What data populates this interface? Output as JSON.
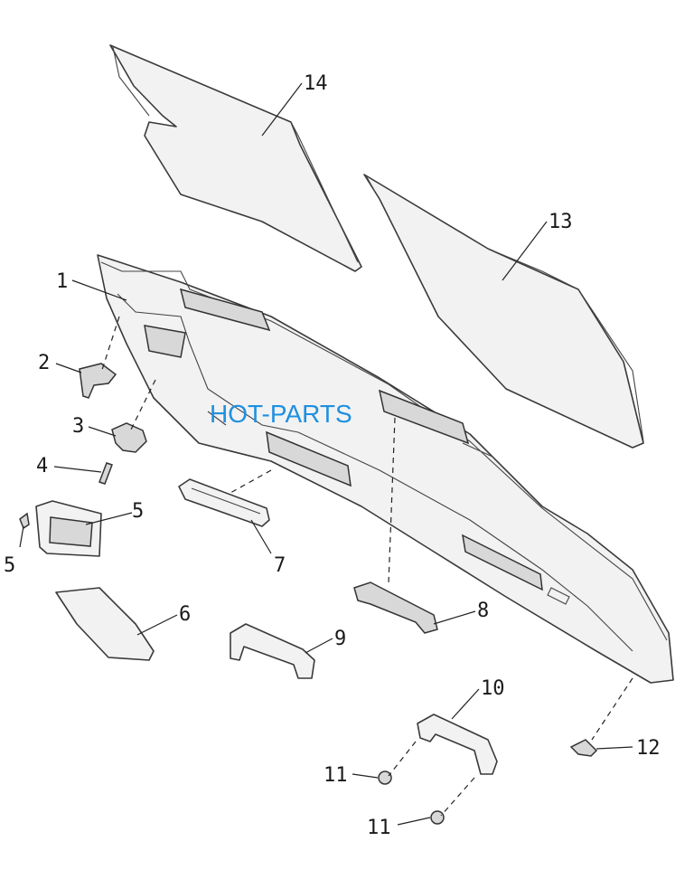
{
  "watermark": "HOT-PARTS",
  "callouts": {
    "c1": "1",
    "c2": "2",
    "c3": "3",
    "c4": "4",
    "c5a": "5",
    "c5b": "5",
    "c6": "6",
    "c7": "7",
    "c8": "8",
    "c9": "9",
    "c10": "10",
    "c11a": "11",
    "c11b": "11",
    "c12": "12",
    "c13": "13",
    "c14": "14"
  },
  "colors": {
    "line": "#3a3a3a",
    "fill": "#f2f2f2",
    "watermark": "#1e90e0"
  }
}
